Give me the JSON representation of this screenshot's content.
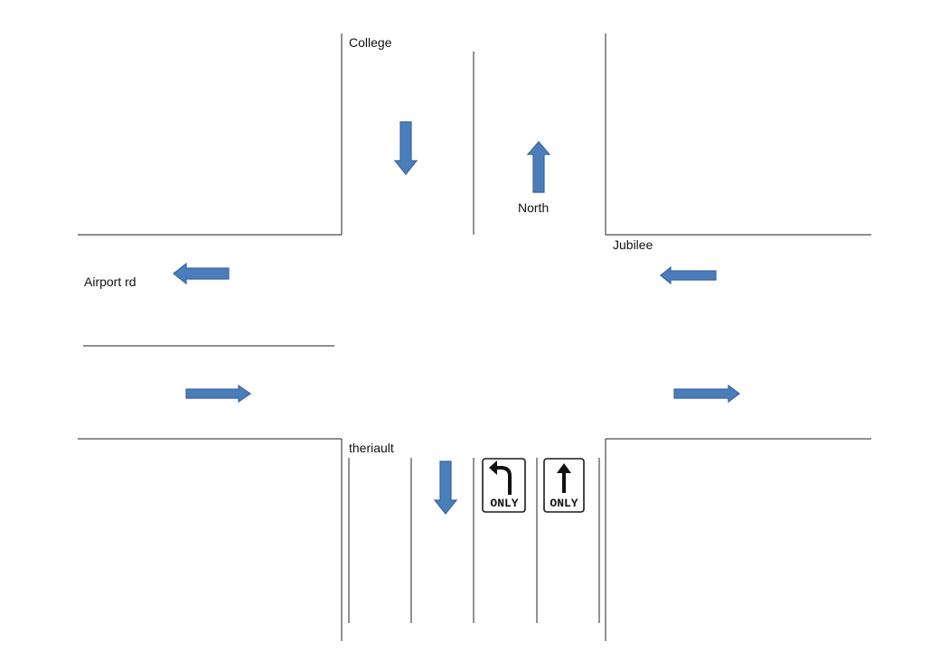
{
  "streets": {
    "north_leg": "College",
    "north_lane_label": "North",
    "west_leg": "Airport rd",
    "east_leg": "Jubilee",
    "south_leg": "theriault"
  },
  "signs": {
    "left_turn_only": {
      "icon": "left-turn-arrow-icon",
      "text": "ONLY"
    },
    "straight_only": {
      "icon": "straight-arrow-icon",
      "text": "ONLY"
    }
  },
  "colors": {
    "arrow_fill": "#4a7ebb",
    "arrow_stroke": "#3a65a0",
    "road_line": "#4a4a4a"
  }
}
